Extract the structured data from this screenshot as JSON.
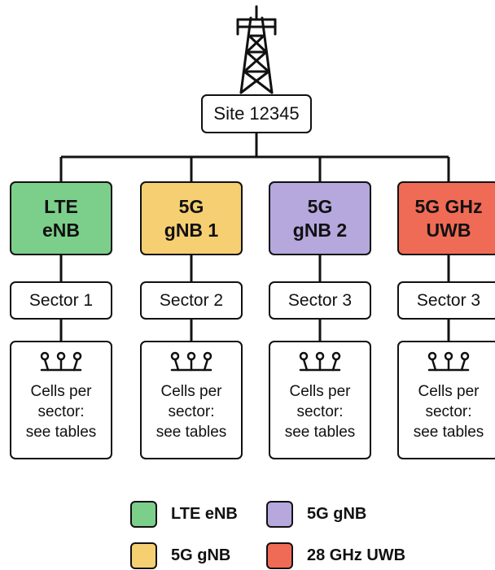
{
  "colors": {
    "lte": "#7ccf8b",
    "gnb1": "#f5cf72",
    "gnb2": "#b6a7dd",
    "uwb": "#f06b55"
  },
  "site": {
    "label": "Site 12345",
    "icon": "cell-tower-icon"
  },
  "nodes": [
    {
      "line1": "LTE",
      "line2": "eNB",
      "color": "#7ccf8b"
    },
    {
      "line1": "5G",
      "line2": "gNB 1",
      "color": "#f5cf72"
    },
    {
      "line1": "5G",
      "line2": "gNB 2",
      "color": "#b6a7dd"
    },
    {
      "line1": "5G GHz",
      "line2": "UWB",
      "color": "#f06b55"
    }
  ],
  "sectors": [
    "Sector 1",
    "Sector 2",
    "Sector 3",
    "Sector 3"
  ],
  "cells": {
    "icon": "antenna-array-icon",
    "lines": [
      "Cells per",
      "sector:",
      "see tables"
    ]
  },
  "legend": [
    {
      "label": "LTE eNB",
      "color": "#7ccf8b"
    },
    {
      "label": "5G gNB",
      "color": "#b6a7dd"
    },
    {
      "label": "5G gNB",
      "color": "#f5cf72"
    },
    {
      "label": "28 GHz UWB",
      "color": "#f06b55"
    }
  ]
}
